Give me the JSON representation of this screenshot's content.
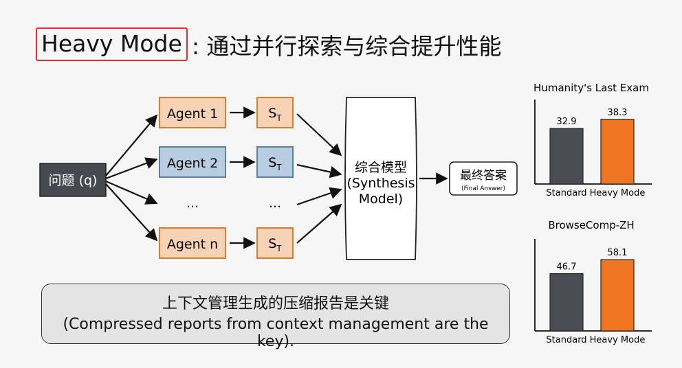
{
  "title": {
    "highlight": "Heavy Mode",
    "rest": ": 通过并行探索与综合提升性能"
  },
  "diagram": {
    "input": "问题 (q)",
    "agents": [
      "Agent 1",
      "Agent 2",
      "...",
      "Agent n"
    ],
    "state_main": "S",
    "state_sub": "T",
    "ellipsis": "...",
    "synthesis": [
      "综合模型",
      "(Synthesis",
      "Model)"
    ],
    "final_cn": "最终答案",
    "final_en": "(Final Answer)"
  },
  "note": {
    "line1": "上下文管理生成的压缩报告是关键",
    "line2": "(Compressed reports from context management are the key)."
  },
  "colors": {
    "standard": "#4a4e54",
    "heavy": "#ee7623",
    "highlight_border": "#e03030"
  },
  "chart_data": [
    {
      "type": "bar",
      "title": "Humanity's Last Exam",
      "categories": [
        "Standard",
        "Heavy Mode"
      ],
      "values": [
        32.9,
        38.3
      ],
      "ylim": [
        0,
        50
      ]
    },
    {
      "type": "bar",
      "title": "BrowseComp-ZH",
      "categories": [
        "Standard",
        "Heavy Mode"
      ],
      "values": [
        46.7,
        58.1
      ],
      "ylim": [
        0,
        75
      ]
    }
  ]
}
